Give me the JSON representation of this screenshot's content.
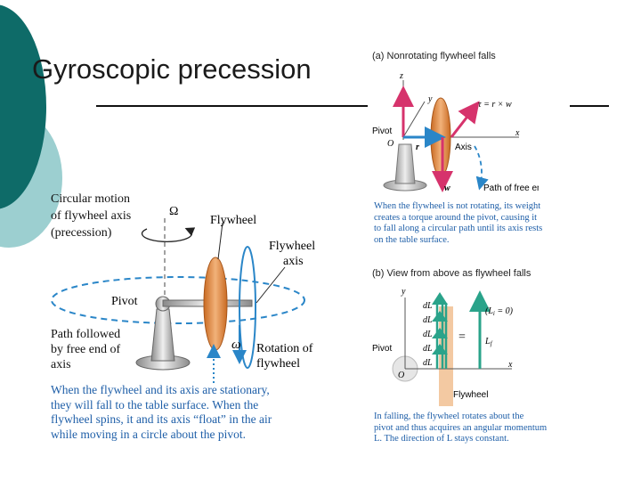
{
  "slide": {
    "title": "Gyroscopic precession"
  },
  "left_figure": {
    "label_circular_motion": [
      "Circular motion",
      "of flywheel axis",
      "(precession)"
    ],
    "label_omega_cap": "Ω",
    "label_flywheel": "Flywheel",
    "label_flywheel_axis": [
      "Flywheel",
      "axis"
    ],
    "label_pivot": "Pivot",
    "label_path": [
      "Path followed",
      "by free end of",
      "axis"
    ],
    "label_omega": "ω",
    "label_rotation": [
      "Rotation of",
      "flywheel"
    ],
    "caption": [
      "When the flywheel and its axis are stationary,",
      "they will fall to the table surface. When the",
      "flywheel spins, it and its axis “float” in the air",
      "while moving in a circle about the pivot."
    ]
  },
  "panel_a": {
    "heading_letter": "(a)",
    "heading": "Nonrotating flywheel falls",
    "label_z": "z",
    "label_y": "y",
    "label_x": "x",
    "label_pivot": "Pivot",
    "label_O": "O",
    "label_r": "r",
    "label_axis": "Axis",
    "label_w": "w",
    "label_torque": "τ = r × w",
    "label_path": "Path of free end",
    "caption": [
      "When the flywheel is not rotating, its weight",
      "creates a torque around the pivot, causing it",
      "to fall along a circular path until its axis rests",
      "on the table surface."
    ]
  },
  "panel_b": {
    "heading_letter": "(b)",
    "heading": "View from above as flywheel falls",
    "label_y": "y",
    "label_x": "x",
    "label_pivot": "Pivot",
    "label_O": "O",
    "label_dL": [
      "dL",
      "dL",
      "dL",
      "dL",
      "dL"
    ],
    "label_Li": "(L",
    "label_Li_sub": "i",
    "label_Li_eq": " = 0)",
    "label_equals": "=",
    "label_Lf": "L",
    "label_Lf_sub": "f",
    "label_flywheel": "Flywheel",
    "caption": [
      "In falling, the flywheel rotates about the",
      "pivot and thus acquires an angular momentum",
      "L. The direction of L stays constant."
    ]
  },
  "colors": {
    "teal_dark": "#0e6b68",
    "teal_light": "#9ccfd0",
    "caption_blue": "#1f5fa8",
    "dashed_blue": "#2a86c8",
    "arrow_magenta": "#d6336c",
    "arrow_green": "#2aa38a",
    "flywheel_orange": "#e8924a"
  }
}
